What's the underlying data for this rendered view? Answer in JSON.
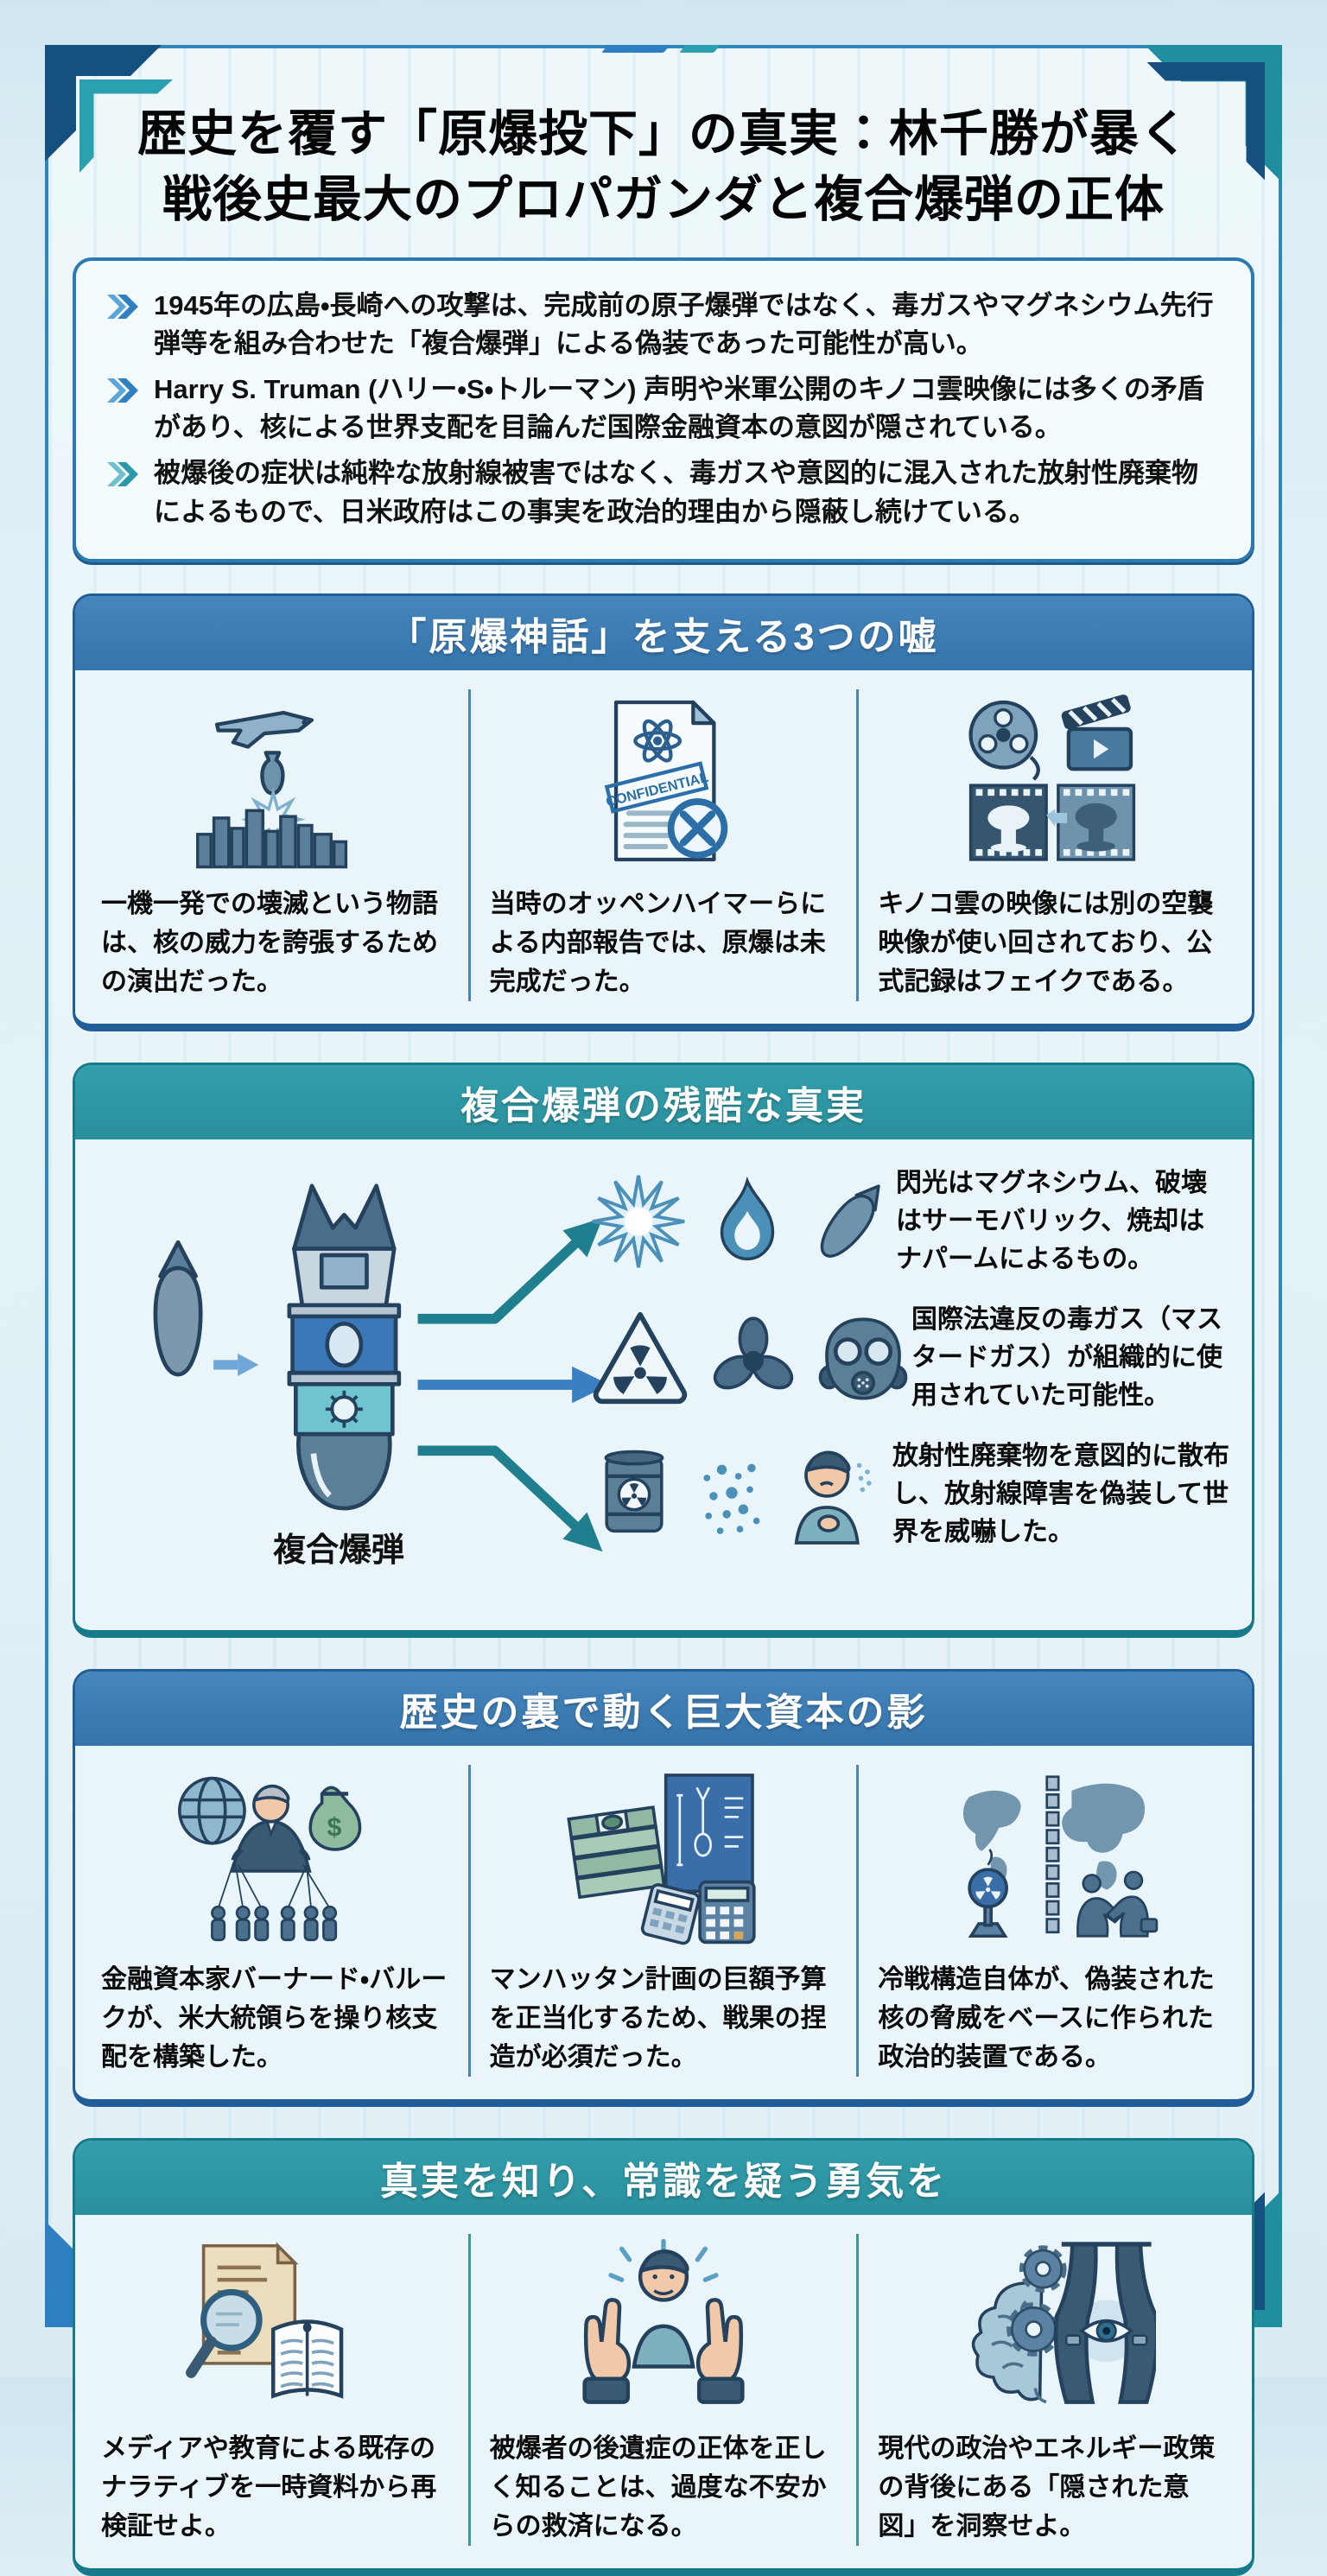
{
  "title": {
    "line1": "歴史を覆す「原爆投下」の真実：林千勝が暴く",
    "line2": "戦後史最大のプロパガンダと複合爆弾の正体"
  },
  "summary": {
    "bullets": [
      "1945年の広島・長崎への攻撃は、完成前の原子爆弾ではなく、毒ガスやマグネシウム先行弾等を組み合わせた「複合爆弾」による偽装であった可能性が高い。",
      "Harry S. Truman (ハリー・S・トルーマン) 声明や米軍公開のキノコ雲映像には多くの矛盾があり、核による世界支配を目論んだ国際金融資本の意図が隠されている。",
      "被爆後の症状は純粋な放射線被害ではなく、毒ガスや意図的に混入された放射性廃棄物によるもので、日米政府はこの事実を政治的理由から隠蔽し続けている。"
    ]
  },
  "section1": {
    "header": "「原爆神話」を支える3つの嘘",
    "cards": [
      {
        "icon": "plane-bomb-city-icon",
        "text": "一機一発での壊滅という物語は、核の威力を誇張するための演出だった。"
      },
      {
        "icon": "confidential-report-icon",
        "stamp": "CONFIDENTIAL",
        "text": "当時のオッペンハイマーらによる内部報告では、原爆は未完成だった。"
      },
      {
        "icon": "film-reel-fake-footage-icon",
        "text": "キノコ雲の映像には別の空襲映像が使い回されており、公式記録はフェイクである。"
      }
    ]
  },
  "section2": {
    "header": "複合爆弾の残酷な真実",
    "bomb_label": "複合爆弾",
    "rows": [
      {
        "icons": [
          "flash-burst-icon",
          "flame-icon",
          "bomb-icon"
        ],
        "text": "閃光はマグネシウム、破壊はサーモバリック、焼却はナパームによるもの。"
      },
      {
        "icons": [
          "radiation-warning-icon",
          "propeller-icon",
          "gas-mask-icon"
        ],
        "text": "国際法違反の毒ガス（マスタードガス）が組織的に使用されていた可能性。"
      },
      {
        "icons": [
          "radioactive-barrel-icon",
          "particle-spray-icon",
          "coughing-person-icon"
        ],
        "text": "放射性廃棄物を意図的に散布し、放射線障害を偽装して世界を威嚇した。"
      }
    ]
  },
  "section3": {
    "header": "歴史の裏で動く巨大資本の影",
    "cards": [
      {
        "icon": "puppet-master-icon",
        "text": "金融資本家バーナード・バルークが、米大統領らを操り核支配を構築した。"
      },
      {
        "icon": "money-blueprint-calculator-icon",
        "text": "マンハッタン計画の巨額予算を正当化するため、戦果の捏造が必須だった。"
      },
      {
        "icon": "world-map-handshake-icon",
        "text": "冷戦構造自体が、偽装された核の脅威をベースに作られた政治的装置である。"
      }
    ]
  },
  "section4": {
    "header": "真実を知り、常識を疑う勇気を",
    "cards": [
      {
        "icon": "magnifier-documents-icon",
        "text": "メディアや教育による既存のナラティブを一時資料から再検証せよ。"
      },
      {
        "icon": "raised-hands-person-icon",
        "text": "被爆者の後遺症の正体を正しく知ることは、過度な不安からの救済になる。"
      },
      {
        "icon": "brain-gears-curtain-eye-icon",
        "text": "現代の政治やエネルギー政策の背後にある「隠された意図」を洞察せよ。"
      }
    ]
  },
  "colors": {
    "blue_header": "#3b7ab3",
    "teal_header": "#2e96a3",
    "frame_blue": "#16507e",
    "frame_teal": "#1f8fa0",
    "bullet_blue": "#2f7fc1",
    "bullet_teal": "#2a9aa8",
    "arrow_teal": "#1f7f8e",
    "arrow_blue": "#3a7fc1"
  }
}
